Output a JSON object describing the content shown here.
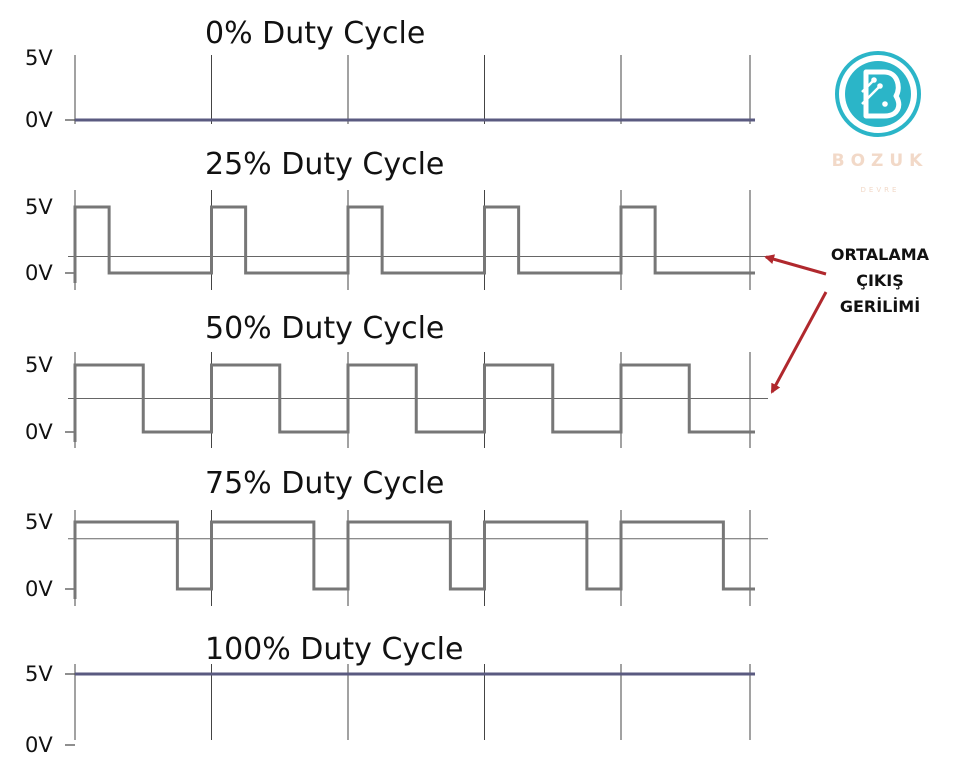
{
  "voltage_labels": {
    "high": "5V",
    "low": "0V"
  },
  "annotation": {
    "line1": "ORTALAMA",
    "line2": "ÇIKIŞ",
    "line3": "GERİLİMİ"
  },
  "logo": {
    "name": "BOZUK",
    "sub": "DEVRE",
    "icon": "circuit-letter-b-icon"
  },
  "colors": {
    "signal": "#777777",
    "signal_flat": "#5a5a80",
    "grid": "#444444",
    "average": "#666666",
    "arrow": "#b0282d",
    "logo_accent": "#2bb5c8",
    "logo_text": "#f2d9c8"
  },
  "chart_data": [
    {
      "type": "line",
      "title": "0% Duty Cycle",
      "duty": 0,
      "periods": 5,
      "yrange": [
        0,
        5
      ],
      "levels": [
        "0V",
        "5V"
      ],
      "average": 0
    },
    {
      "type": "line",
      "title": "25% Duty Cycle",
      "duty": 0.25,
      "periods": 5,
      "yrange": [
        0,
        5
      ],
      "levels": [
        "0V",
        "5V"
      ],
      "average": 1.25
    },
    {
      "type": "line",
      "title": "50% Duty Cycle",
      "duty": 0.5,
      "periods": 5,
      "yrange": [
        0,
        5
      ],
      "levels": [
        "0V",
        "5V"
      ],
      "average": 2.5
    },
    {
      "type": "line",
      "title": "75% Duty Cycle",
      "duty": 0.75,
      "periods": 5,
      "yrange": [
        0,
        5
      ],
      "levels": [
        "0V",
        "5V"
      ],
      "average": 3.75
    },
    {
      "type": "line",
      "title": "100% Duty Cycle",
      "duty": 1,
      "periods": 5,
      "yrange": [
        0,
        5
      ],
      "levels": [
        "0V",
        "5V"
      ],
      "average": 5
    }
  ]
}
